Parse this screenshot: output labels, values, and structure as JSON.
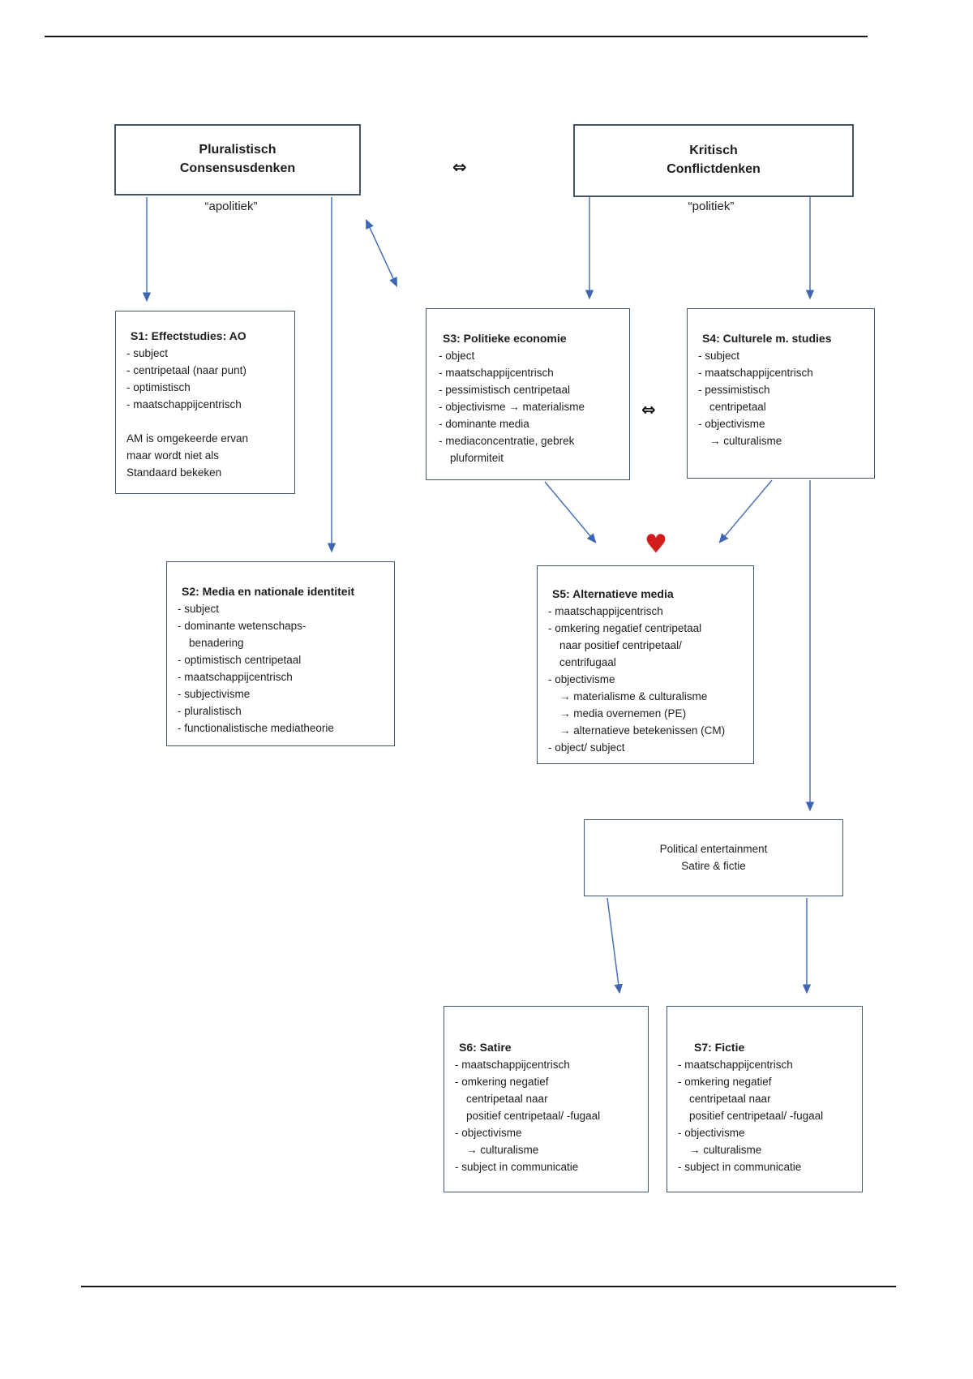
{
  "diagram": {
    "equiv_symbol": "⇔",
    "heart_icon": "♥",
    "arrow_color": "#4a72b8",
    "border_color": "#44546a",
    "heart_color": "#d31c1c"
  },
  "headers": {
    "left": {
      "lines": [
        "Pluralistisch",
        "Consensusdenken"
      ],
      "subtitle": "“apolitiek”"
    },
    "right": {
      "lines": [
        "Kritisch",
        "Conflictdenken"
      ],
      "subtitle": "“politiek”"
    }
  },
  "boxes": {
    "s1": {
      "title": "S1: Effectstudies: AO",
      "lines": [
        "- subject",
        "- centripetaal (naar punt)",
        "- optimistisch",
        "- maatschappijcentrisch",
        "",
        "AM is omgekeerde ervan",
        "maar wordt niet als",
        "Standaard bekeken"
      ]
    },
    "s2": {
      "title": "S2: Media en nationale identiteit",
      "lines": [
        "- subject",
        "- dominante wetenschaps-",
        {
          "text": "benadering",
          "indent": 1
        },
        "- optimistisch centripetaal",
        "- maatschappijcentrisch",
        "- subjectivisme",
        "- pluralistisch",
        "- functionalistische mediatheorie"
      ]
    },
    "s3": {
      "title": "S3: Politieke economie",
      "lines": [
        "- object",
        "- maatschappijcentrisch",
        "- pessimistisch centripetaal",
        "- objectivisme → materialisme",
        "- dominante media",
        "- mediaconcentratie, gebrek",
        {
          "text": "pluformiteit",
          "indent": 1
        }
      ]
    },
    "s4": {
      "title": "S4: Culturele m. studies",
      "lines": [
        "- subject",
        "- maatschappijcentrisch",
        "- pessimistisch",
        {
          "text": "centripetaal",
          "indent": 1
        },
        "- objectivisme",
        {
          "text": "→ culturalisme",
          "indent": 1
        }
      ]
    },
    "s5": {
      "title": "S5: Alternatieve media",
      "lines": [
        "- maatschappijcentrisch",
        "- omkering negatief centripetaal",
        {
          "text": "naar positief centripetaal/",
          "indent": 1
        },
        {
          "text": "centrifugaal",
          "indent": 1
        },
        "- objectivisme",
        {
          "text": "→ materialisme & culturalisme",
          "indent": 1
        },
        {
          "text": "→ media overnemen (PE)",
          "indent": 1
        },
        {
          "text": "→ alternatieve betekenissen (CM)",
          "indent": 1
        },
        "- object/ subject"
      ]
    },
    "pe": {
      "lines": [
        "Political entertainment",
        "Satire & fictie"
      ]
    },
    "s6": {
      "title": "S6: Satire",
      "lines": [
        "- maatschappijcentrisch",
        "- omkering negatief",
        {
          "text": "centripetaal naar",
          "indent": 1
        },
        {
          "text": "positief centripetaal/ -fugaal",
          "indent": 1
        },
        "- objectivisme",
        {
          "text": "→ culturalisme",
          "indent": 1
        },
        "- subject in communicatie"
      ]
    },
    "s7": {
      "title": "S7: Fictie",
      "lines": [
        "- maatschappijcentrisch",
        "- omkering negatief",
        {
          "text": "centripetaal naar",
          "indent": 1
        },
        {
          "text": "positief centripetaal/ -fugaal",
          "indent": 1
        },
        "- objectivisme",
        {
          "text": "→ culturalisme",
          "indent": 1
        },
        "- subject in communicatie"
      ]
    }
  }
}
